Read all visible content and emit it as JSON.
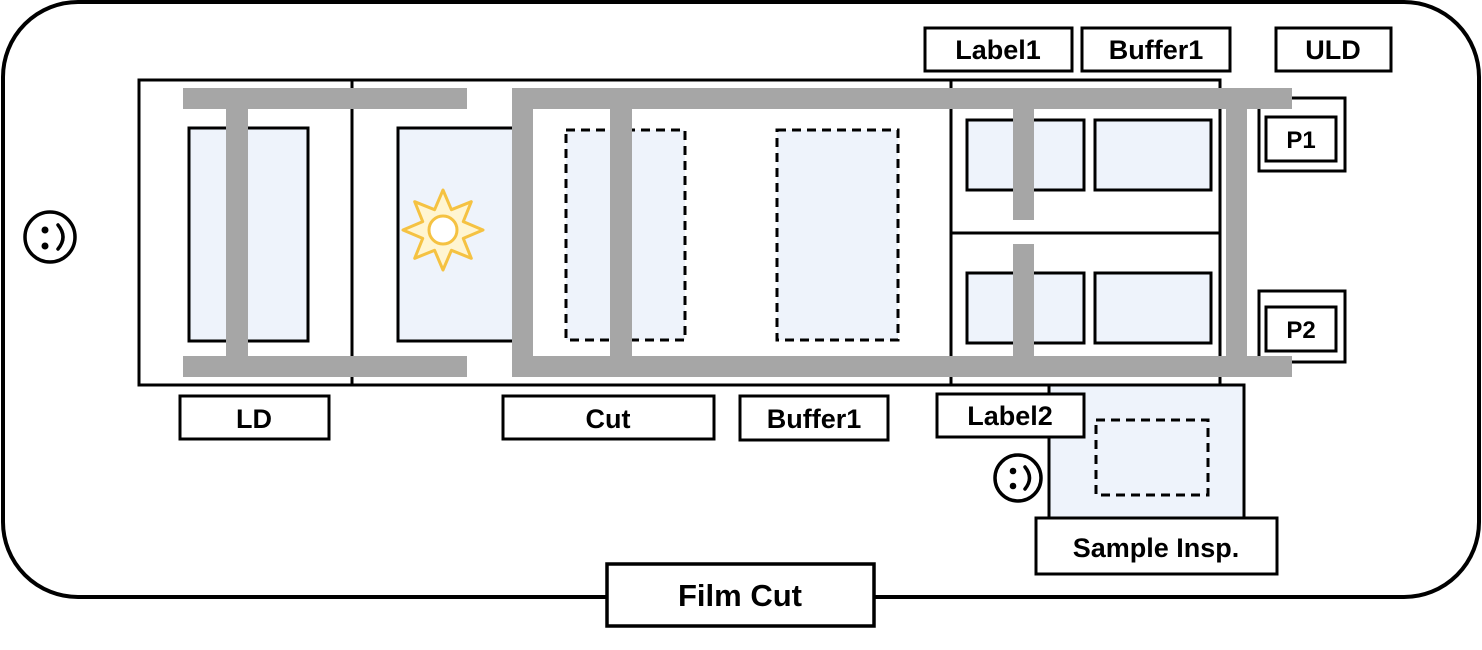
{
  "labels": {
    "label1_top": "Label1",
    "buffer1_top": "Buffer1",
    "uld": "ULD",
    "p1": "P1",
    "p2": "P2",
    "ld": "LD",
    "cut": "Cut",
    "buffer1_bottom": "Buffer1",
    "label2": "Label2",
    "sample_insp": "Sample Insp.",
    "film_cut": "Film Cut"
  },
  "icons": {
    "operator": "smiley-face-icon",
    "light": "sun-icon"
  },
  "colors": {
    "stroke": "#000000",
    "panel_fill": "#eef3fb",
    "rail": "#a6a6a6",
    "sun": "#f5c242"
  }
}
